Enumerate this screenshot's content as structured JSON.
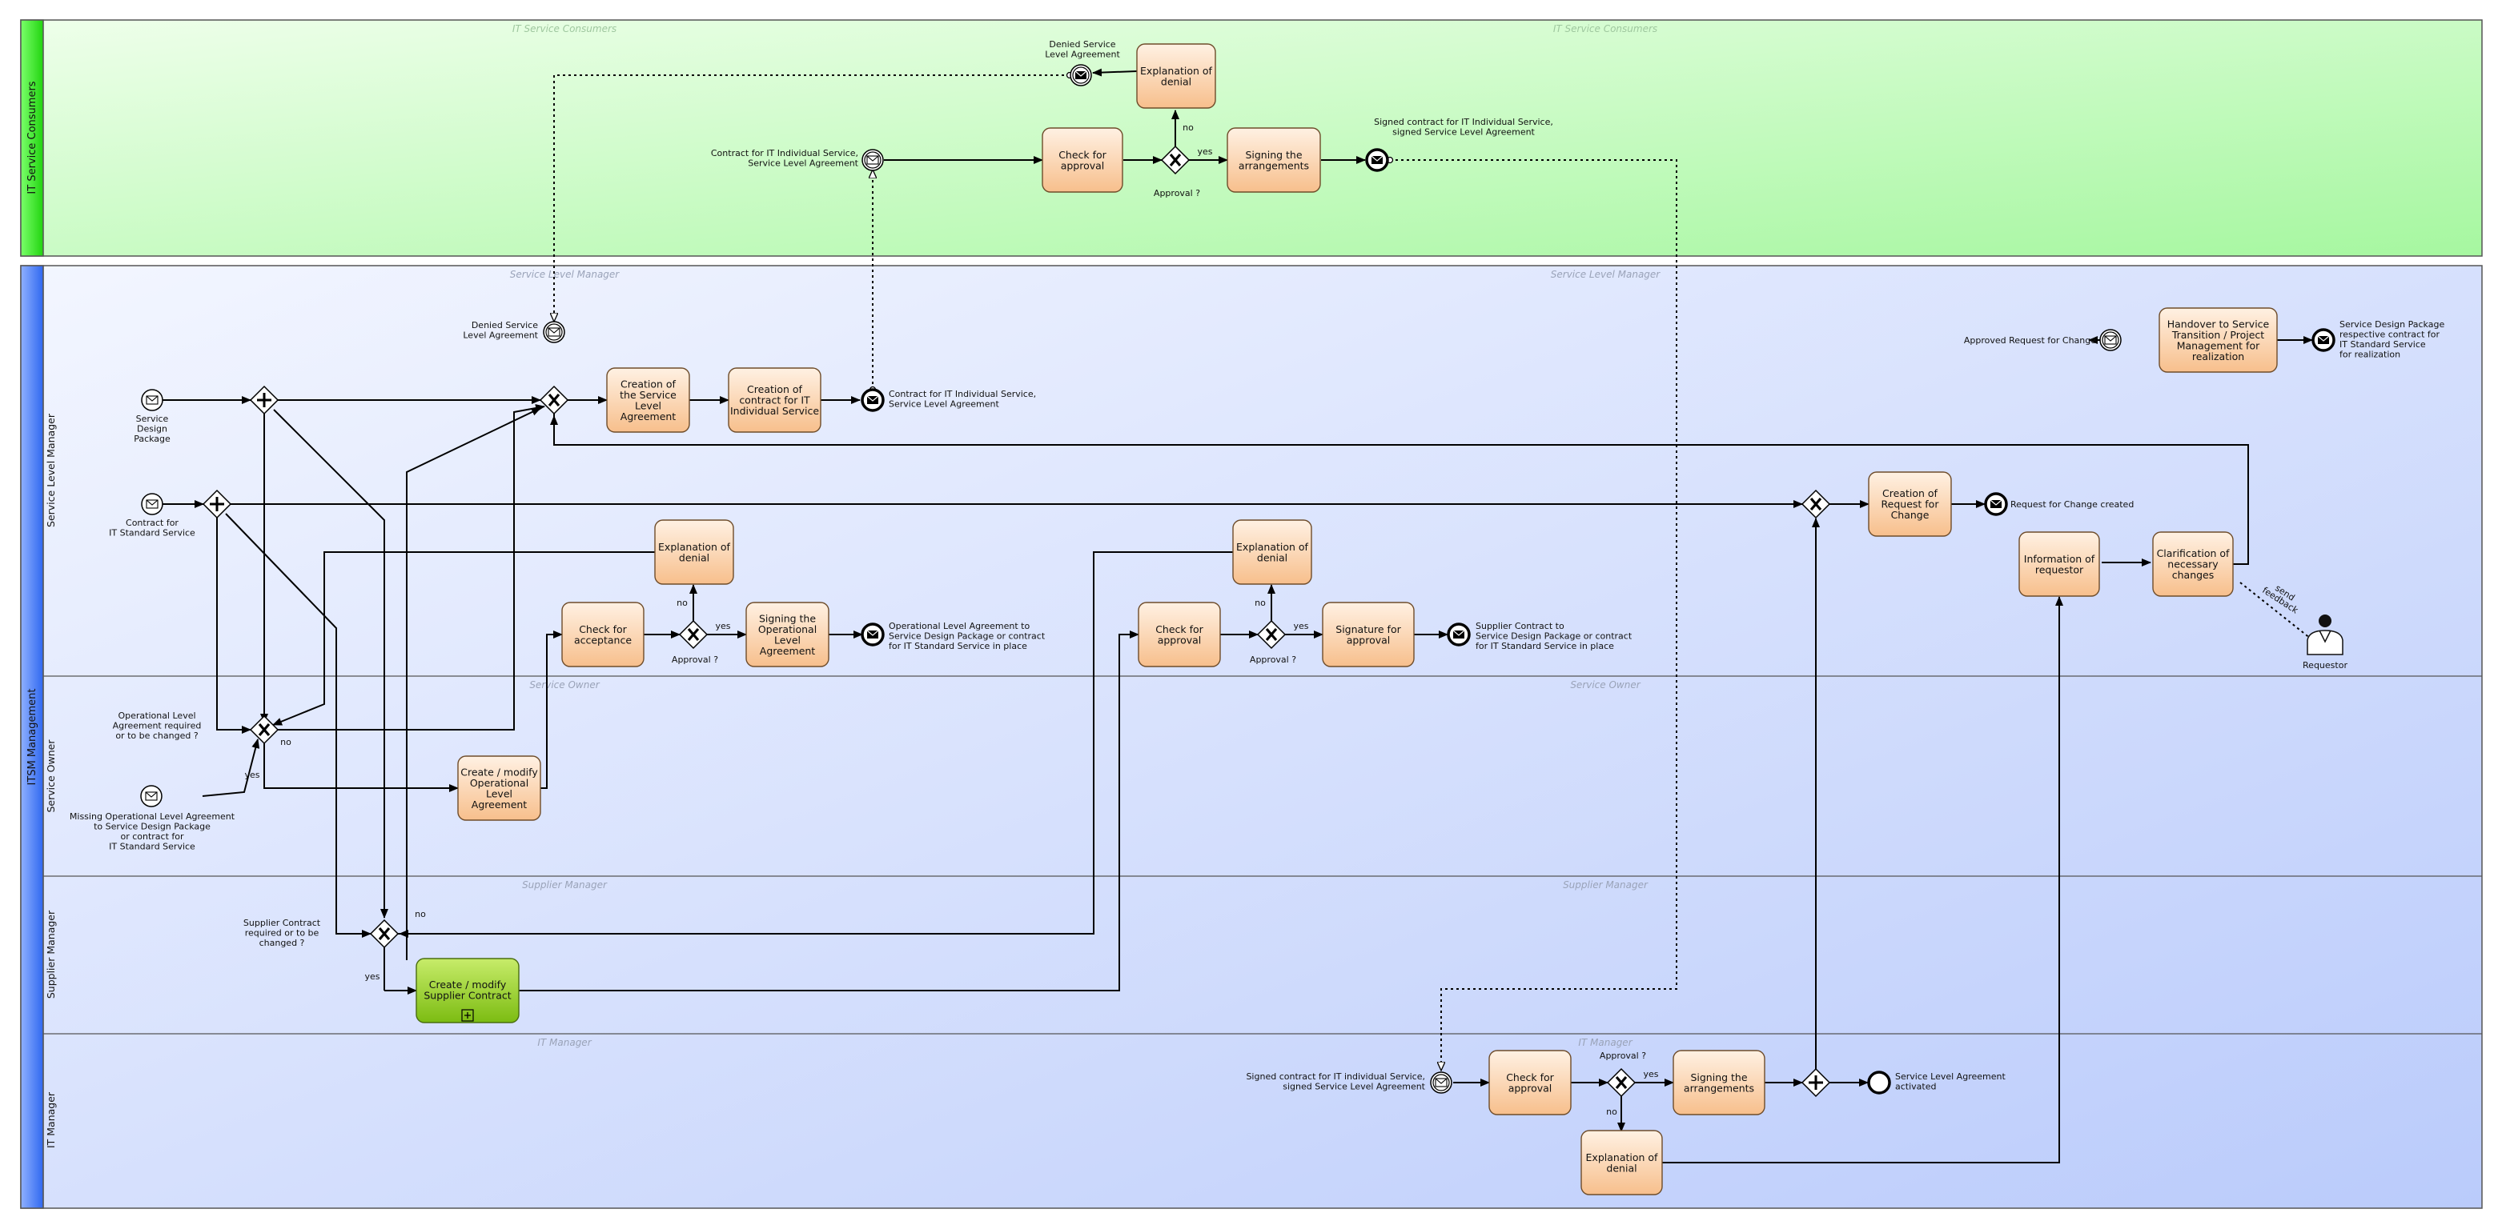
{
  "pools": {
    "consumers": {
      "title": "IT Service Consumers",
      "watermark_left": "IT Service Consumers",
      "watermark_right": "IT Service Consumers"
    },
    "itsm": {
      "title": "ITSM Management"
    }
  },
  "lanes": {
    "slm": {
      "title": "Service Level Manager",
      "wm": "Service Level Manager"
    },
    "so": {
      "title": "Service Owner",
      "wm": "Service Owner"
    },
    "sm": {
      "title": "Supplier Manager",
      "wm": "Supplier Manager"
    },
    "itm": {
      "title": "IT Manager",
      "wm": "IT Manager"
    }
  },
  "tasks": {
    "explain_top": "Explanation of|denial",
    "check_top": "Check for|approval",
    "sign_top": "Signing the|arrangements",
    "creation_sla": "Creation of|the Service|Level|Agreement",
    "creation_contract": "Creation of|contract for IT|Individual Service",
    "explain_ola": "Explanation of|denial",
    "check_accept": "Check for|acceptance",
    "sign_ola": "Signing the|Operational|Level|Agreement",
    "create_ola": "Create / modify|Operational|Level|Agreement",
    "create_supplier": "Create / modify|Supplier Contract",
    "explain_sup": "Explanation of|denial",
    "check_sup": "Check for|approval",
    "sign_sup": "Signature for|approval",
    "creation_rfc": "Creation of|Request for|Change",
    "info_req": "Information of|requestor",
    "clarify": "Clarification of|necessary|changes",
    "handover": "Handover to Service|Transition / Project|Management for|realization",
    "check_itm": "Check for|approval",
    "sign_itm": "Signing the|arrangements",
    "explain_itm": "Explanation of|denial"
  },
  "labels": {
    "denied_top": "Denied Service|Level Agreement",
    "contract_msg_top": "Contract for IT Individual Service,|Service Level Agreement",
    "signed_top": "Signed contract for IT Individual Service,|signed Service Level Agreement",
    "approval_q": "Approval ?",
    "yes": "yes",
    "no": "no",
    "denied_slm": "Denied Service|Level Agreement",
    "sdp": "Service|Design|Package",
    "contract_std": "Contract for|IT Standard Service",
    "contract_out": "Contract for IT Individual Service,|Service Level Agreement",
    "ola_out": "Operational Level Agreement to|Service Design Package or contract|for IT Standard Service in place",
    "sup_out": "Supplier Contract to|Service Design Package or contract|for IT Standard Service in place",
    "approved_rfc": "Approved Request for Change",
    "sdp_out": "Service Design Package|respective contract for|IT Standard Service|for realization",
    "rfc_created": "Request for Change created",
    "requestor": "Requestor",
    "send_feedback": "send|feedback",
    "ola_q": "Operational Level|Agreement required|or to be changed ?",
    "missing_ola": "Missing Operational Level Agreement|to Service Design Package|or contract for|IT Standard Service",
    "sup_q": "Supplier Contract|required or to be|changed ?",
    "signed_itm": "Signed contract for IT individual Service,|signed Service Level Agreement",
    "sla_activated": "Service Level Agreement|activated"
  }
}
